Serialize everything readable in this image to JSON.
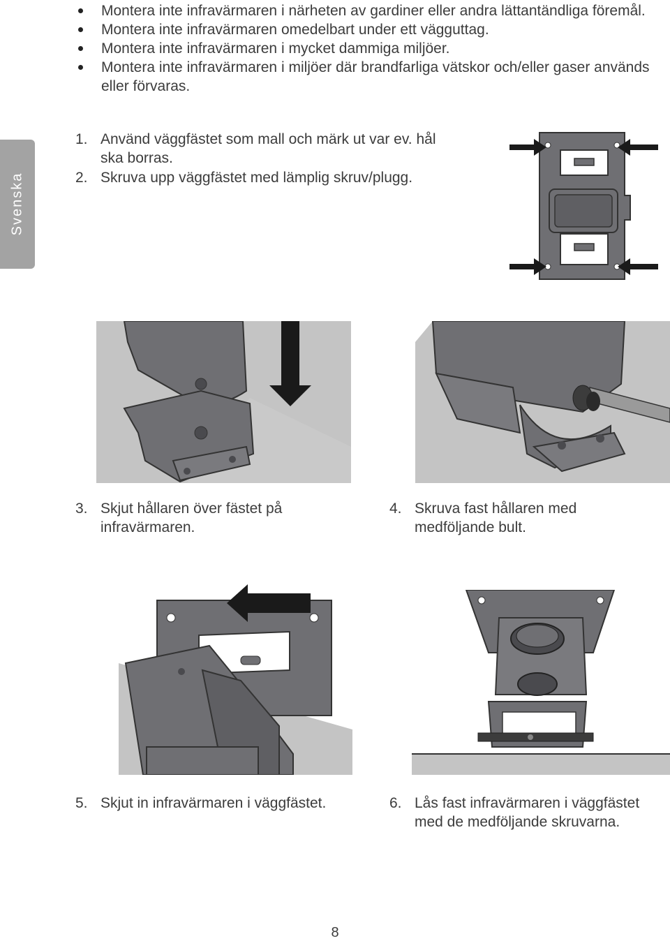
{
  "side_tab": "Svenska",
  "warnings": [
    "Montera inte infravärmaren i närheten av gardiner eller andra lättantändliga föremål.",
    "Montera inte infravärmaren omedelbart under ett vägguttag.",
    "Montera inte infravärmaren i mycket dammiga miljöer.",
    "Montera inte infravärmaren i miljöer där brandfarliga vätskor och/eller gaser används eller förvaras."
  ],
  "steps": [
    {
      "num": "1.",
      "text_lines": [
        "Använd väggfästet som mall och märk ut var ev. hål",
        "ska borras."
      ]
    },
    {
      "num": "2.",
      "text_lines": [
        "Skruva upp väggfästet med lämplig skruv/plugg."
      ]
    },
    {
      "num": "3.",
      "text_lines": [
        "Skjut hållaren över fästet på",
        "infravärmaren."
      ]
    },
    {
      "num": "4.",
      "text_lines": [
        "Skruva fast hållaren med",
        "medföljande bult."
      ]
    },
    {
      "num": "5.",
      "text_lines": [
        "Skjut in infravärmaren i väggfästet."
      ]
    },
    {
      "num": "6.",
      "text_lines": [
        "Lås fast infravärmaren i väggfästet",
        "med de medföljande skruvarna."
      ]
    }
  ],
  "page_number": "8",
  "colors": {
    "metal": "#6f6f73",
    "metal_dark": "#4a4a4e",
    "floor": "#c4c4c4",
    "arrow": "#1a1a1a",
    "tab": "#a3a3a3"
  }
}
